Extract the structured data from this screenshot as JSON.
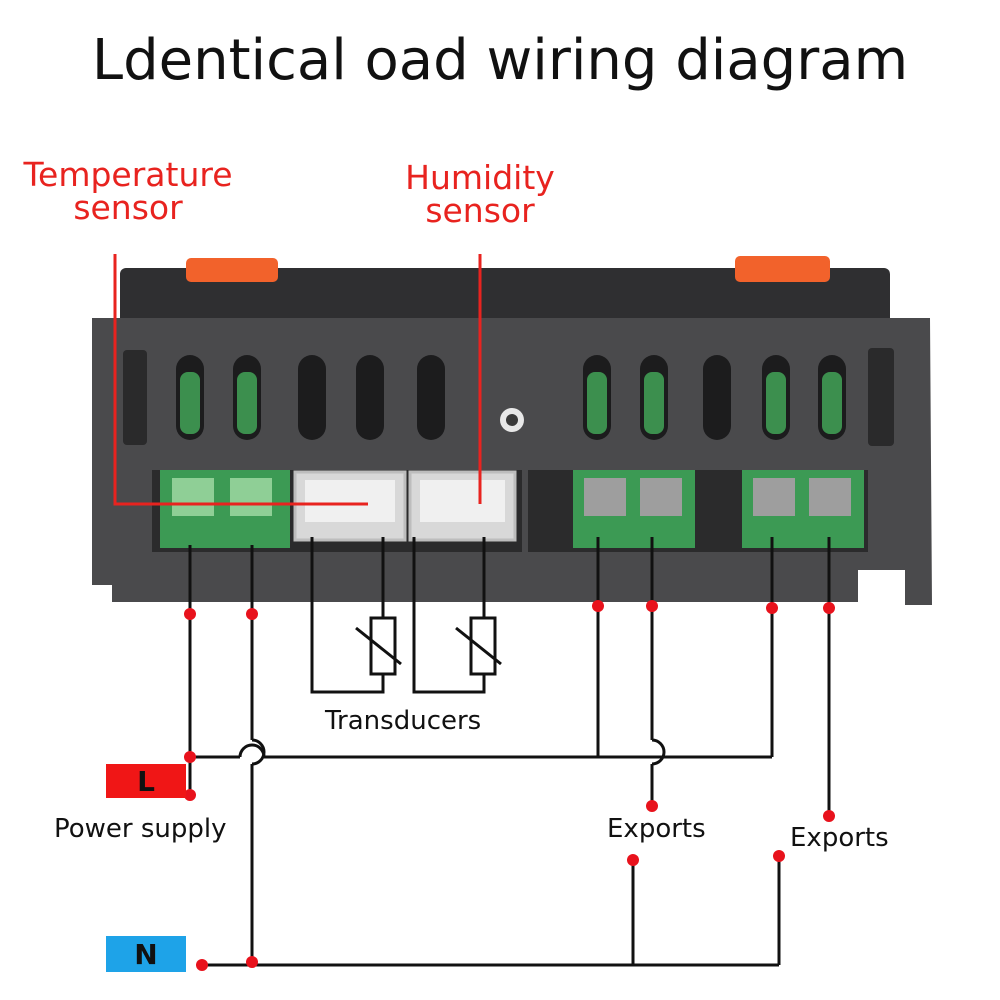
{
  "title": "Ldentical oad wiring diagram",
  "labels": {
    "temperature_sensor": [
      "Temperature",
      "sensor"
    ],
    "humidity_sensor": [
      "Humidity",
      "sensor"
    ],
    "transducers": "Transducers",
    "power_supply": "Power supply",
    "exports_1": "Exports",
    "exports_2": "Exports"
  },
  "power": {
    "live": {
      "label": "L",
      "color": "#f01616"
    },
    "neutral": {
      "label": "N",
      "color": "#1ea3e8"
    }
  },
  "colors": {
    "label_red": "#e8231f",
    "wire": "#111111",
    "node": "#e8121c",
    "housing": "#4a4a4c",
    "terminal_green": "#3c9a54",
    "clip_orange": "#f2622b"
  }
}
